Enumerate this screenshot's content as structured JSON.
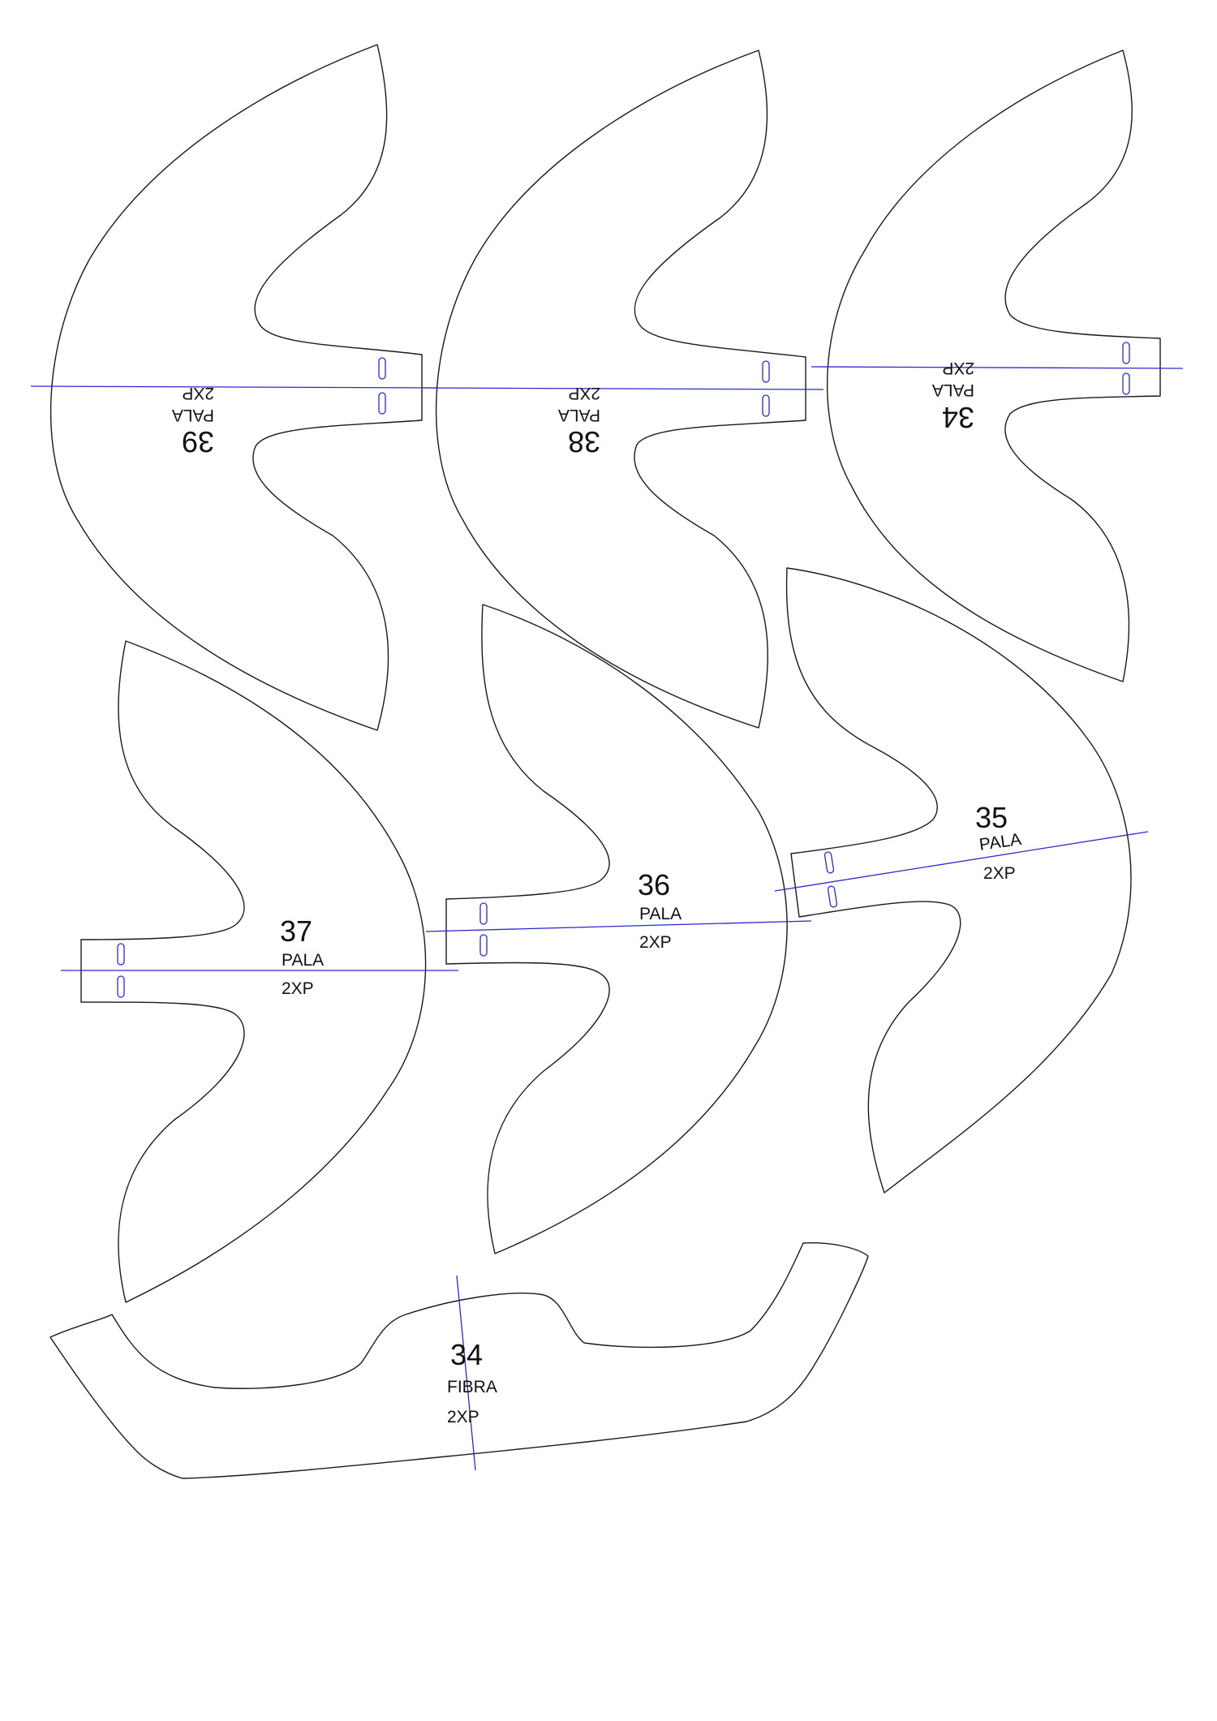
{
  "pieces": [
    {
      "size": "39",
      "material": "PALA",
      "quantity": "2XP"
    },
    {
      "size": "38",
      "material": "PALA",
      "quantity": "2XP"
    },
    {
      "size": "34",
      "material": "PALA",
      "quantity": "2XP"
    },
    {
      "size": "37",
      "material": "PALA",
      "quantity": "2XP"
    },
    {
      "size": "36",
      "material": "PALA",
      "quantity": "2XP"
    },
    {
      "size": "35",
      "material": "PALA",
      "quantity": "2XP"
    },
    {
      "size": "34",
      "material": "FIBRA",
      "quantity": "2XP"
    }
  ],
  "colors": {
    "outline": "#1a1a1a",
    "axis_line": "#2a2ad0",
    "notch_slot": "#2a2ad0",
    "background": "#ffffff"
  }
}
